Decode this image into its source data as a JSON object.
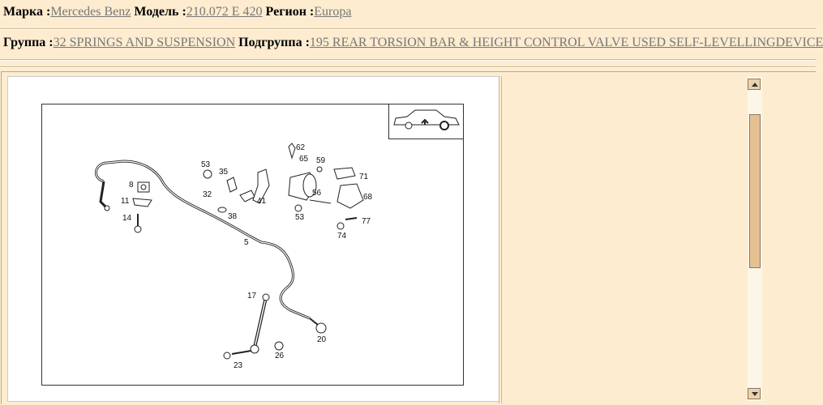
{
  "header": {
    "make_label": "Марка :",
    "make_value": "Mercedes Benz",
    "model_label": "Модель :",
    "model_value": "210.072 E 420",
    "region_label": "Регион :",
    "region_value": "Europa"
  },
  "group": {
    "group_label": "Группа :",
    "group_value": "32 SPRINGS AND SUSPENSION",
    "subgroup_label": "Подгруппа :",
    "subgroup_value": "195 REAR TORSION BAR & HEIGHT CONTROL VALVE USED SELF-LEVELLINGDEVICE"
  },
  "diagram": {
    "callouts": [
      "8",
      "11",
      "14",
      "5",
      "53",
      "35",
      "32",
      "38",
      "41",
      "62",
      "65",
      "59",
      "71",
      "56",
      "68",
      "53",
      "77",
      "74",
      "17",
      "20",
      "26",
      "23"
    ]
  },
  "colors": {
    "page_bg": "#fdecd0",
    "link": "#777777",
    "scroll_thumb": "#e5c092"
  }
}
